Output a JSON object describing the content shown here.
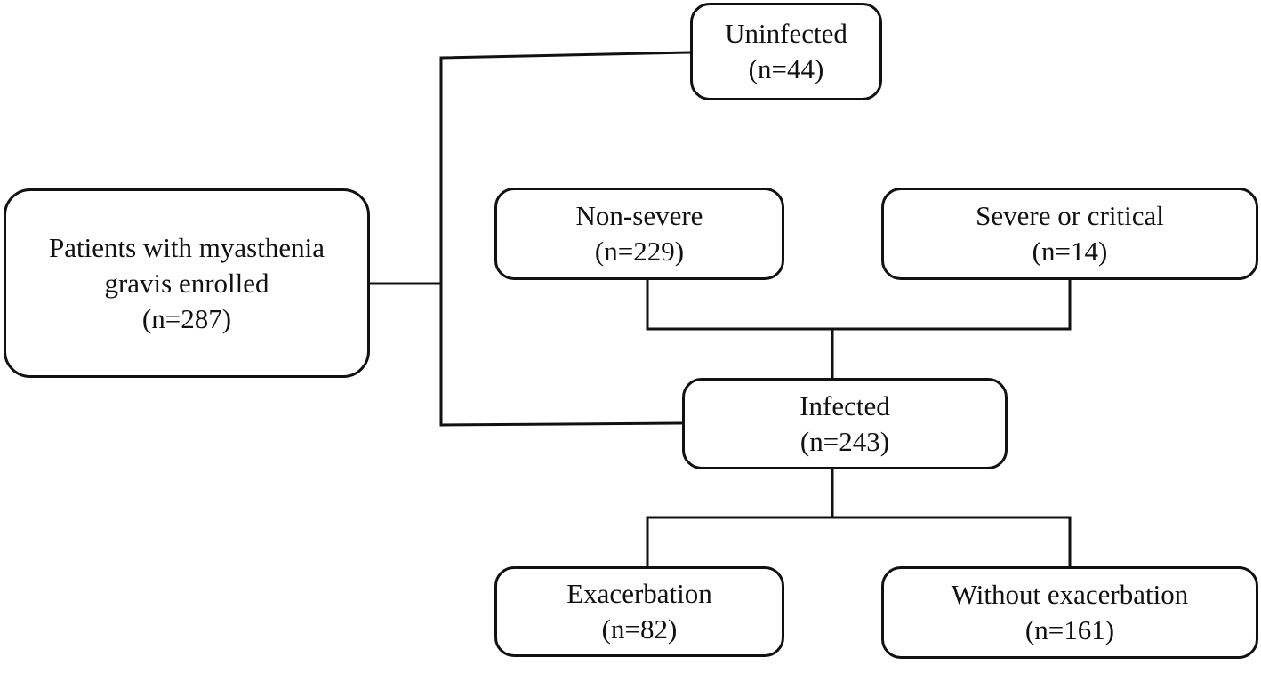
{
  "nodes": {
    "enrolled": {
      "line1": "Patients with myasthenia",
      "line2": "gravis enrolled",
      "count": "(n=287)"
    },
    "uninfected": {
      "label": "Uninfected",
      "count": "(n=44)"
    },
    "nonsevere": {
      "label": "Non-severe",
      "count": "(n=229)"
    },
    "severe": {
      "label": "Severe or critical",
      "count": "(n=14)"
    },
    "infected": {
      "label": "Infected",
      "count": "(n=243)"
    },
    "exacerbation": {
      "label": "Exacerbation",
      "count": "(n=82)"
    },
    "without_exacerbation": {
      "label": "Without exacerbation",
      "count": "(n=161)"
    }
  },
  "colors": {
    "stroke": "#111111",
    "background": "#ffffff"
  }
}
